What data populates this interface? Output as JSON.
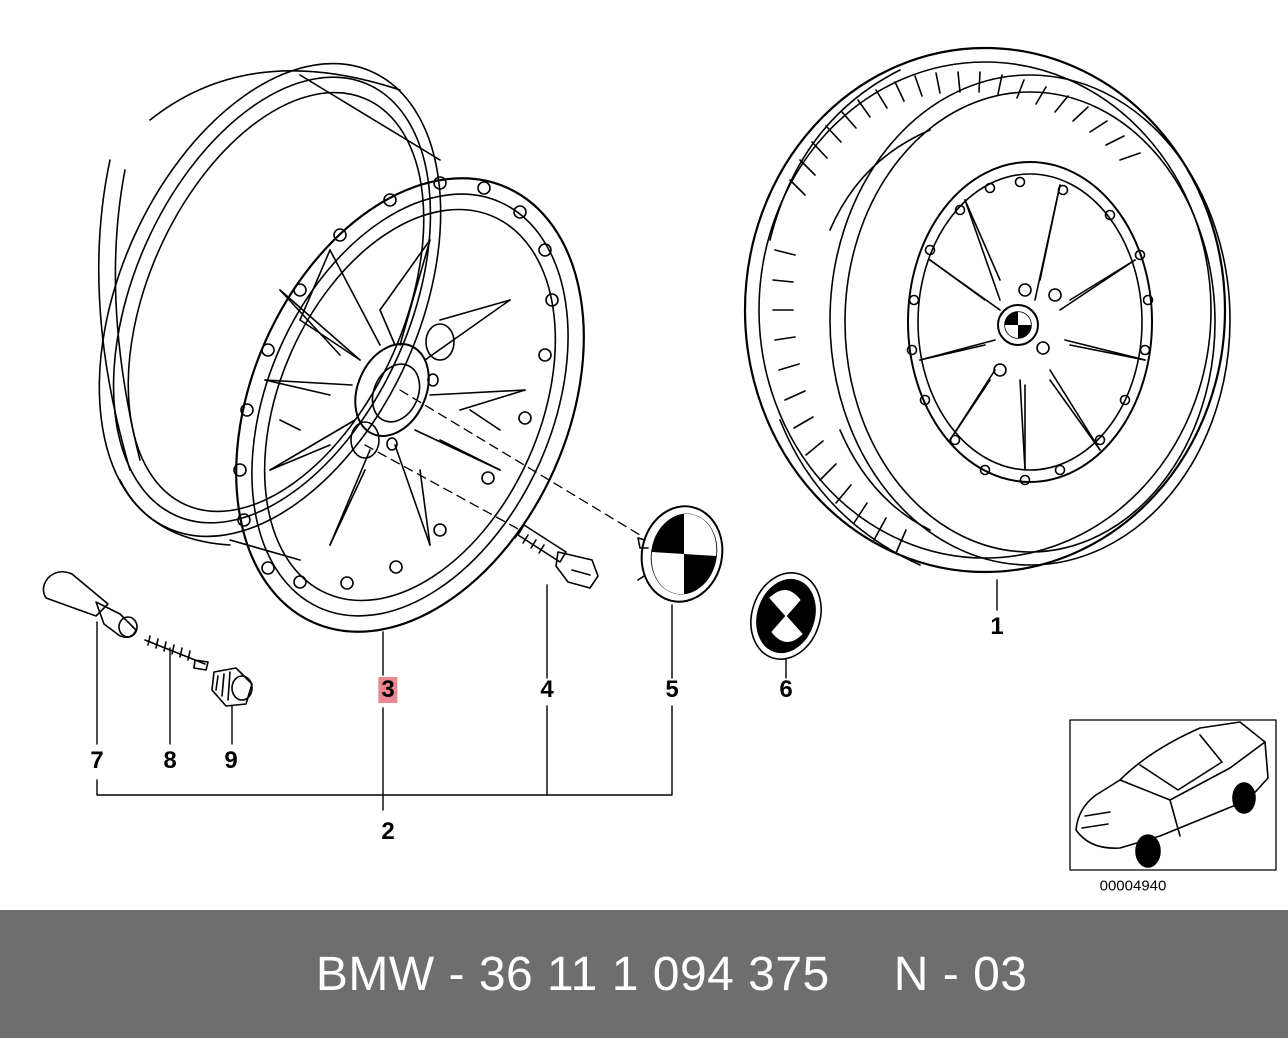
{
  "callouts": {
    "c1": "1",
    "c2": "2",
    "c3": "3",
    "c4": "4",
    "c5": "5",
    "c6": "6",
    "c7": "7",
    "c8": "8",
    "c9": "9"
  },
  "highlighted_callout": "3",
  "highlight_color": "#e8878f",
  "reference_number": "00004940",
  "footer": {
    "part_number": "BMW - 36 11 1 094 375",
    "page_code": "N - 03",
    "background": "#6e6e6e"
  }
}
